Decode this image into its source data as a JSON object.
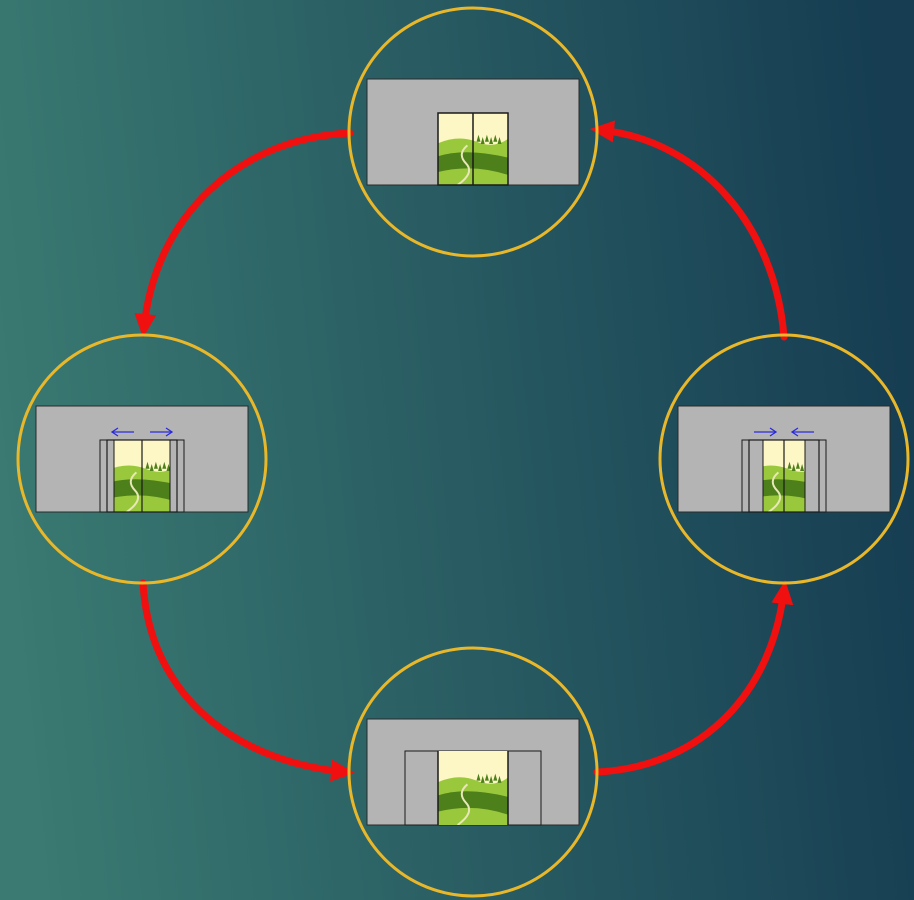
{
  "diagram": {
    "colors": {
      "background_start": "#3a7a72",
      "background_end": "#163d52",
      "ring": "#e8b72a",
      "cycle_arrow": "#f01010",
      "wall": "#b4b4b4",
      "wall_outline": "#2a2a2a",
      "door_frame": "#1a1a1a",
      "motion_arrow": "#2b2bdc",
      "sky": "#fdf7c6",
      "hills_light": "#9ac83c",
      "hills_dark": "#4d7f1a",
      "path": "#e8e7b8"
    },
    "stages": [
      {
        "state": "closed",
        "doors": "closed"
      },
      {
        "state": "opening",
        "doors": "sliding-apart",
        "motion_arrows": [
          "left-arrow",
          "right-arrow"
        ]
      },
      {
        "state": "open",
        "doors": "fully-open"
      },
      {
        "state": "closing",
        "doors": "sliding-together",
        "motion_arrows": [
          "right-arrow",
          "left-arrow"
        ]
      }
    ],
    "cycle": [
      "closed",
      "opening",
      "open",
      "closing",
      "closed"
    ],
    "cycle_direction": "counter-clockwise"
  }
}
